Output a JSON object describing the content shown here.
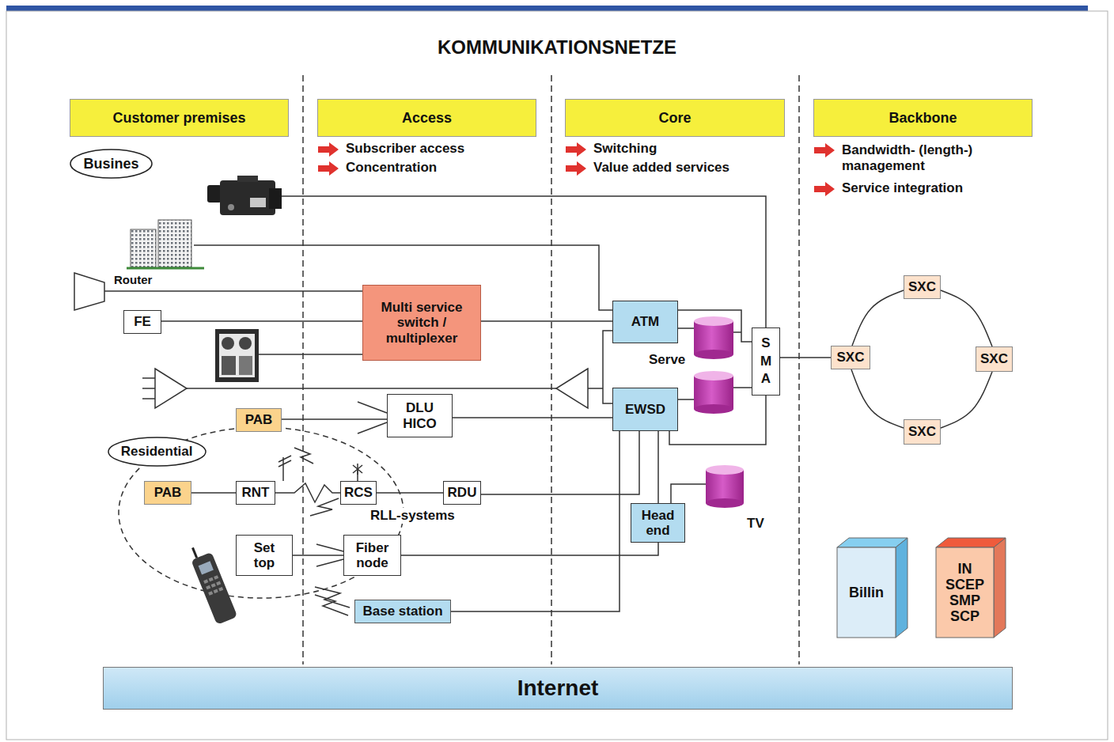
{
  "diagram": {
    "title": "KOMMUNIKATIONSNETZE",
    "nodes": [
      {
        "text": [
          "Customer premises"
        ]
      },
      {
        "text": [
          "Access"
        ]
      },
      {
        "text": [
          "Core"
        ]
      },
      {
        "text": [
          "Backbone"
        ]
      },
      {
        "text": [
          "Busines"
        ]
      },
      {
        "text": [
          "Multi service switch / multiplexer"
        ]
      },
      {
        "text": [
          "FE"
        ]
      },
      {
        "text": [
          "ATM"
        ]
      },
      {
        "text": [
          "SMA"
        ]
      },
      {
        "text": [
          "SXC"
        ]
      },
      {
        "text": [
          "SXC"
        ]
      },
      {
        "text": [
          "SXC"
        ]
      },
      {
        "text": [
          "EWSD"
        ]
      },
      {
        "text": [
          "PAB"
        ]
      },
      {
        "text": [
          "DLU HICO"
        ]
      },
      {
        "text": [
          "SXC"
        ]
      },
      {
        "text": [
          "Residential"
        ]
      },
      {
        "text": [
          "PAB"
        ]
      },
      {
        "text": [
          "RNT"
        ]
      },
      {
        "text": [
          "RCS"
        ]
      },
      {
        "text": [
          "RDU"
        ]
      },
      {
        "text": [
          "Head end"
        ]
      },
      {
        "text": [
          "Set top"
        ]
      },
      {
        "text": [
          "Fiber node"
        ]
      },
      {
        "text": [
          "Billin"
        ]
      },
      {
        "text": [
          "IN SCEP SMP SCP"
        ]
      },
      {
        "text": [
          "Base station"
        ]
      },
      {
        "text": [
          "Internet"
        ]
      }
    ],
    "edges": [
      {
        "from": 6,
        "to": 5,
        "arrow": "none"
      },
      {
        "from": 5,
        "to": 7,
        "arrow": "none"
      },
      {
        "from": 7,
        "to": 8,
        "arrow": "none"
      },
      {
        "from": 12,
        "to": 8,
        "arrow": "none"
      },
      {
        "from": 8,
        "to": 10,
        "arrow": "none"
      },
      {
        "from": 9,
        "to": 11,
        "arrow": "none"
      },
      {
        "from": 11,
        "to": 15,
        "arrow": "none"
      },
      {
        "from": 15,
        "to": 10,
        "arrow": "none"
      },
      {
        "from": 10,
        "to": 9,
        "arrow": "none"
      },
      {
        "from": 13,
        "to": 14,
        "arrow": "none"
      },
      {
        "from": 14,
        "to": 12,
        "arrow": "none"
      },
      {
        "from": 17,
        "to": 18,
        "arrow": "none"
      },
      {
        "from": 18,
        "to": 19,
        "arrow": "none"
      },
      {
        "from": 19,
        "to": 20,
        "arrow": "none"
      },
      {
        "from": 20,
        "to": 12,
        "arrow": "none"
      },
      {
        "from": 12,
        "to": 21,
        "arrow": "none"
      },
      {
        "from": 22,
        "to": 23,
        "arrow": "none"
      },
      {
        "from": 23,
        "to": 21,
        "arrow": "none"
      },
      {
        "from": 26,
        "to": 12,
        "arrow": "none"
      }
    ],
    "labels": [
      "Subscriber access",
      "Concentration",
      "Switching",
      "Value added services",
      "Bandwidth- (length-) management",
      "Service integration",
      "Router",
      "Serve",
      "TV",
      "RLL-systems"
    ]
  }
}
